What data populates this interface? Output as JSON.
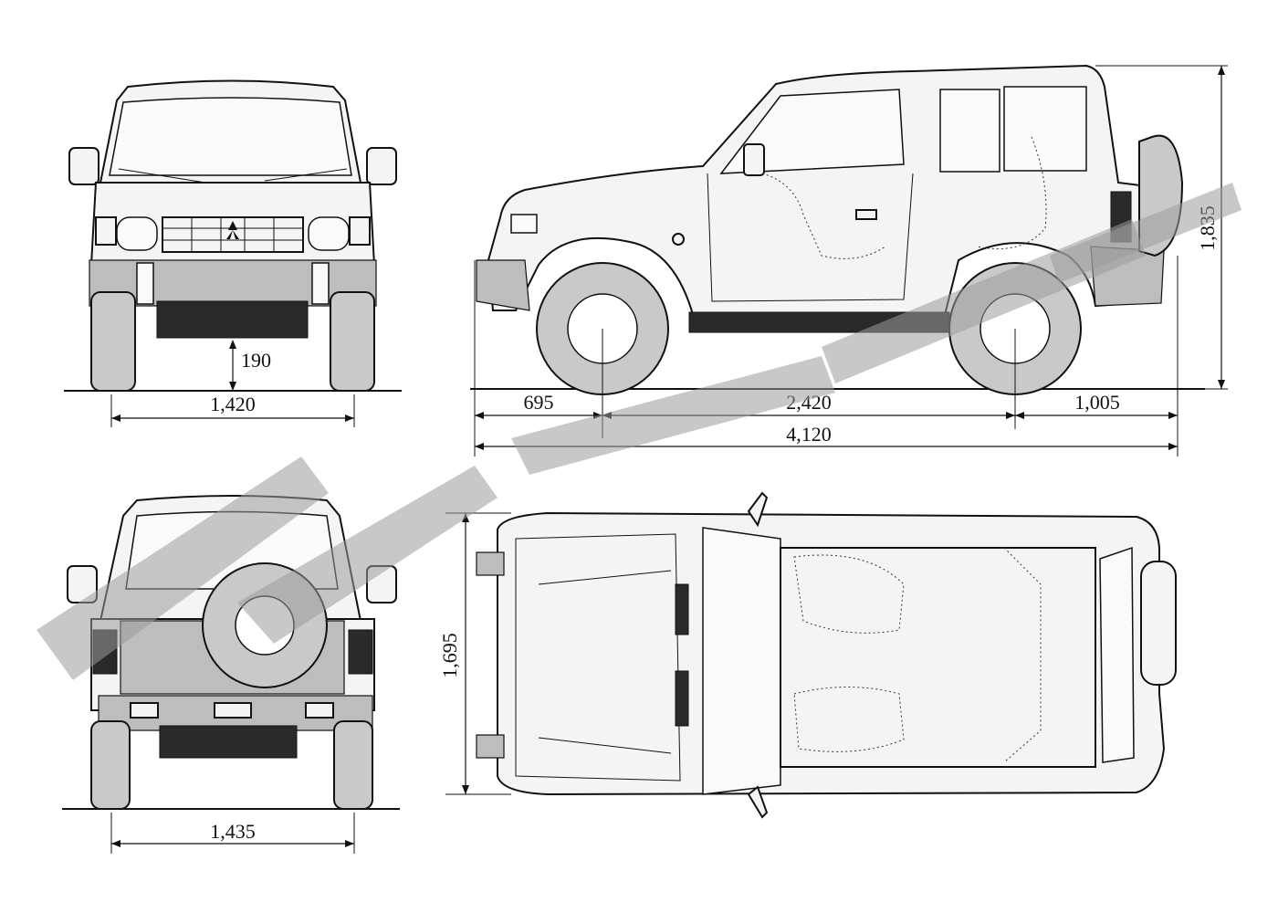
{
  "views": {
    "front": {
      "track_width": "1,420",
      "ground_clearance": "190"
    },
    "side": {
      "front_overhang": "695",
      "wheelbase": "2,420",
      "rear_overhang": "1,005",
      "overall_length": "4,120",
      "overall_height": "1,835"
    },
    "rear": {
      "track_width": "1,435"
    },
    "top": {
      "overall_width": "1,695"
    }
  },
  "colors": {
    "line": "#111111",
    "tire": "#c9c9c9",
    "body": "#f4f4f4",
    "watermark": "#9a9a9a"
  }
}
